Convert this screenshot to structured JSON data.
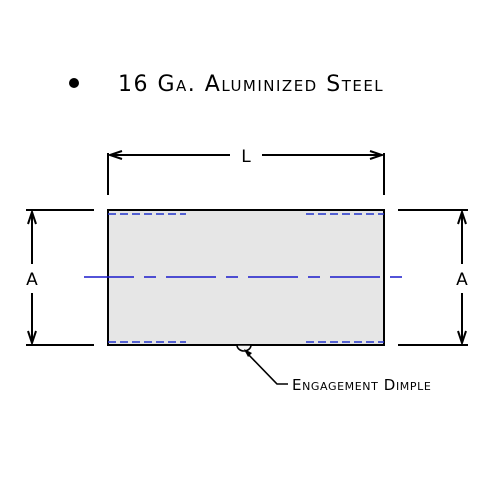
{
  "heading": {
    "text": "16 Ga. Aluminized Steel"
  },
  "dimensions": {
    "length_label": "L",
    "diameter_left_label": "A",
    "diameter_right_label": "A"
  },
  "callout": {
    "label": "Engagement Dimple"
  },
  "colors": {
    "line": "#000000",
    "body_fill": "#e6e6e6",
    "hidden_line": "#2233cc",
    "center_line": "#1a1acc"
  }
}
